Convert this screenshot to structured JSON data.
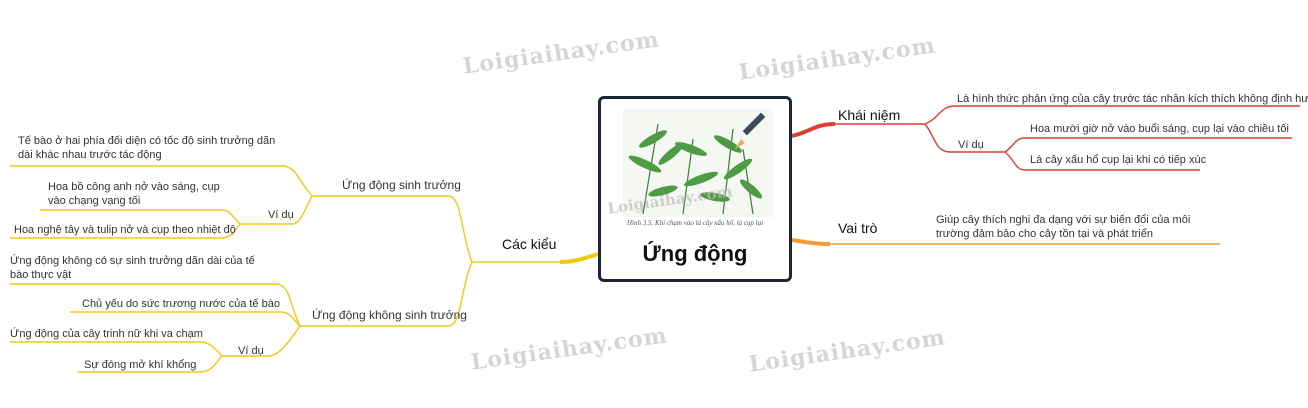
{
  "center": {
    "title": "Ứng động",
    "caption": "Hình 3.5. Khi chạm vào lá cây xấu hổ, lá cụp lại"
  },
  "right": {
    "khai_niem": {
      "label": "Khái niệm",
      "definition": "Là hình thức phản ứng của cây trước tác nhân kích thích không định hướng",
      "vi_du_label": "Ví dụ",
      "examples": [
        "Hoa mười giờ nở vào buổi sáng, cụp lại vào chiều tối",
        "Lá cây xấu hổ cụp lại khi có tiếp xúc"
      ]
    },
    "vai_tro": {
      "label": "Vai trò",
      "text": "Giúp cây thích nghi đa dạng với sự biến đổi của môi trường đảm bảo cho cây tồn tại và phát triển"
    }
  },
  "left": {
    "label": "Các kiểu",
    "sinh_truong": {
      "label": "Ứng động sinh trưởng",
      "definition": "Tế bào ở hai phía đối diện có tốc độ sinh trưởng dãn dài khác nhau trước tác động",
      "vi_du_label": "Ví dụ",
      "examples": [
        "Hoa bồ công anh nở vào sáng, cụp vào chạng vạng tối",
        "Hoa nghệ tây và tulip nở và cụp theo nhiệt độ"
      ]
    },
    "khong_sinh_truong": {
      "label": "Ứng động không sinh trưởng",
      "definition": "Ứng động không có sự sinh trưởng dãn dài của tế bào thực vật",
      "cause": "Chủ yếu do sức trương nước của tế bào",
      "vi_du_label": "Ví dụ",
      "examples": [
        "Ứng động của cây trinh nữ khi va chạm",
        "Sự đóng mở khí khổng"
      ]
    }
  },
  "watermark": "Loigiaihay.com",
  "colors": {
    "khai_niem": "#e03c31",
    "vai_tro": "#f39c36",
    "cac_kieu": "#f2c811"
  }
}
